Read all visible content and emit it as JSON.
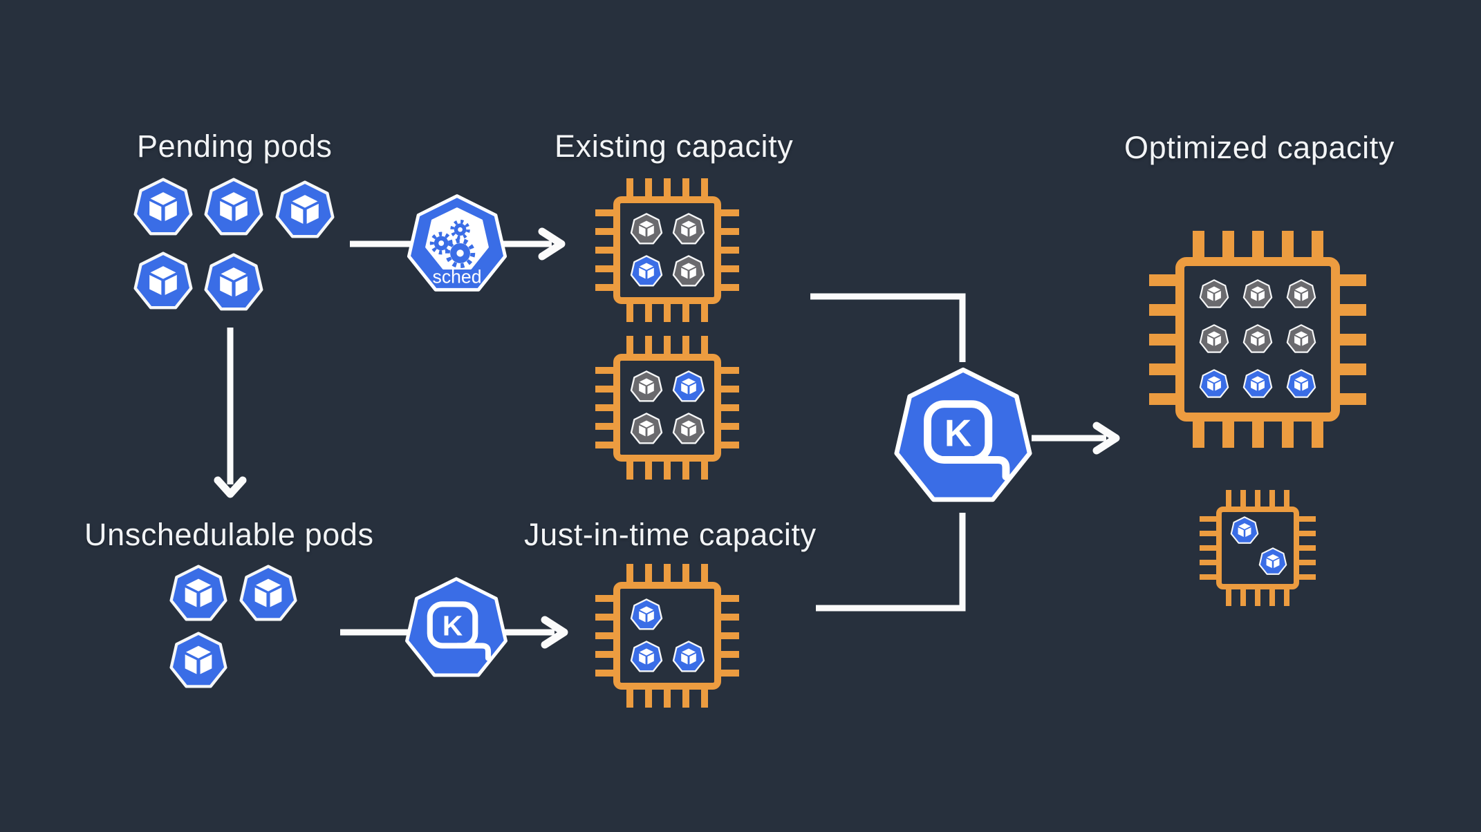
{
  "title": "Kubernetes capacity optimization diagram",
  "colors": {
    "background": "#27303d",
    "accent_blue": "#3a6de6",
    "accent_orange": "#ec9c40",
    "pod_gray": "#6a6a6e",
    "line_white": "#fbfbfb",
    "text": "#f2f4f6"
  },
  "labels": {
    "pending_pods": "Pending pods",
    "existing_capacity": "Existing capacity",
    "optimized_capacity": "Optimized capacity",
    "unschedulable_pods": "Unschedulable pods",
    "just_in_time_capacity": "Just-in-time capacity"
  },
  "icons": {
    "scheduler": {
      "name": "kubernetes-scheduler-icon",
      "label": "sched"
    },
    "karpenter_small": {
      "name": "karpenter-icon",
      "letter": "K"
    },
    "karpenter_large": {
      "name": "karpenter-icon",
      "letter": "K"
    }
  },
  "pod_groups": {
    "pending": {
      "count": 5,
      "color": "blue"
    },
    "unschedulable": {
      "count": 3,
      "color": "blue"
    }
  },
  "chips": {
    "existing_1": {
      "pods": [
        "gray",
        "gray",
        "blue",
        "gray"
      ]
    },
    "existing_2": {
      "pods": [
        "gray",
        "blue",
        "gray",
        "gray"
      ]
    },
    "just_in_time": {
      "pods": [
        "blue",
        "empty",
        "blue",
        "blue"
      ]
    },
    "optimized_large": {
      "pods": [
        "gray",
        "gray",
        "gray",
        "gray",
        "gray",
        "gray",
        "blue",
        "blue",
        "blue"
      ]
    },
    "optimized_small": {
      "pods": [
        "blue",
        "blue"
      ]
    }
  },
  "flow": {
    "pending_to_scheduler": "arrow-right",
    "pending_to_unschedulable": "arrow-down",
    "unschedulable_to_karpenter": "arrow-right",
    "existing_to_karpenter": "elbow-line",
    "just_in_time_to_karpenter": "elbow-line",
    "karpenter_to_optimized": "arrow-right"
  }
}
